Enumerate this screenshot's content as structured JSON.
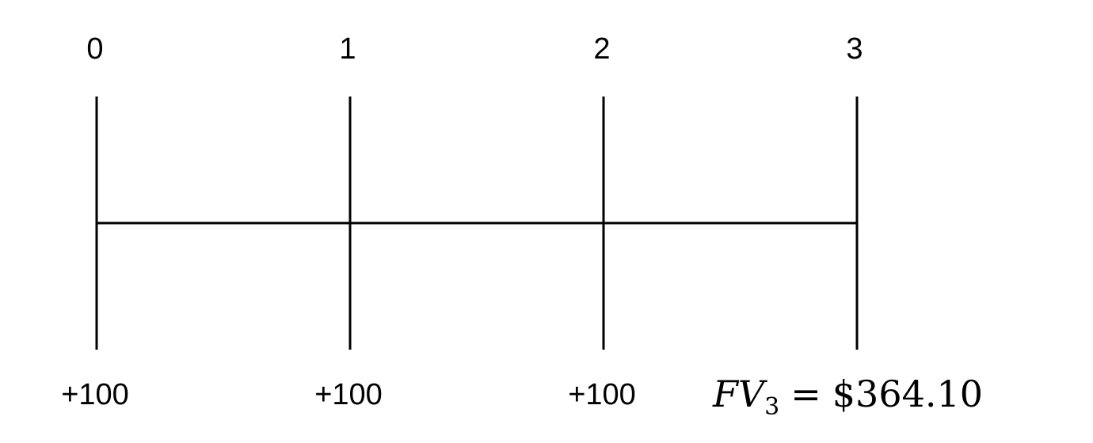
{
  "periods": [
    "0",
    "1",
    "2",
    "3"
  ],
  "cash_flows": [
    "+100",
    "+100",
    "+100"
  ],
  "future_value": {
    "symbol": "FV",
    "subscript": "3",
    "equals": "=",
    "value": "$364.10"
  },
  "colors": {
    "line": "#000000",
    "background": "#ffffff"
  }
}
